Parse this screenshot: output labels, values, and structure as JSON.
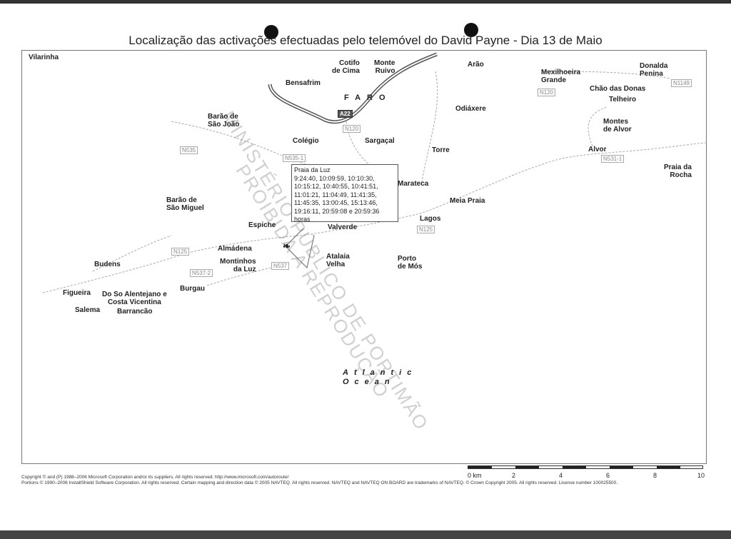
{
  "title": "Localização das activações efectuadas pelo telemóvel do David Payne - Dia 13 de Maio",
  "places": [
    "Vilarinha",
    "Cotifo\nde Cima",
    "Monte\nRuivo",
    "Arão",
    "Mexilhoeira\nGrande",
    "Donalda\nPenina",
    "Bensafrim",
    "Chão das Donas",
    "Telheiro",
    "Odiáxere",
    "Barão de\nSão João",
    "Montes\nde Alvor",
    "Colégio",
    "Sargaçal",
    "Torre",
    "Alvor",
    "Praia da\nRocha",
    "Marateca",
    "Meia Praia",
    "Barão de\nSão Miguel",
    "Lagos",
    "Espiche",
    "Valverde",
    "Almádena",
    "Budens",
    "Montinhos\nda Luz",
    "Atalaia\nVelha",
    "Porto\nde Mós",
    "Burgau",
    "Figueira",
    "Do So Alentejano e\nCosta Vicentina",
    "Salema",
    "Barrancão"
  ],
  "region_label": "FARO",
  "ocean_label": "Atlantic\nOcean",
  "roads": [
    "A22",
    "N120",
    "N535",
    "N535-1",
    "N125",
    "N537-2",
    "N537",
    "N125",
    "N531-1",
    "N120",
    "N1149"
  ],
  "popup": {
    "place": "Praia da Luz",
    "times": "9:24:40, 10:09:59, 10:10:30, 10:15:12, 10:40:55, 10:41:51, 11:01:21, 11:04:49, 11:41:35, 11:45:35, 13:00:45, 15:13:46, 19:16:11, 20:59:08 e 20:59:36 horas"
  },
  "watermark": {
    "line1": "MINISTÉRIO PÚBLICO DE PORTIMÃO",
    "line2": "PROIBIDA A REPRODUÇÃO"
  },
  "scale": {
    "ticks": [
      "0 km",
      "2",
      "4",
      "6",
      "8",
      "10"
    ]
  },
  "copyright": "Copyright © and (P) 1988–2006 Microsoft Corporation and/or its suppliers. All rights reserved. http://www.microsoft.com/autoroute/\nPortions © 1990–2006 InstallShield Software Corporation. All rights reserved. Certain mapping and direction data © 2005 NAVTEQ. All rights reserved. NAVTEQ and NAVTEQ ON BOARD are trademarks of NAVTEQ. © Crown Copyright 2005. All rights reserved. License number 100025500."
}
